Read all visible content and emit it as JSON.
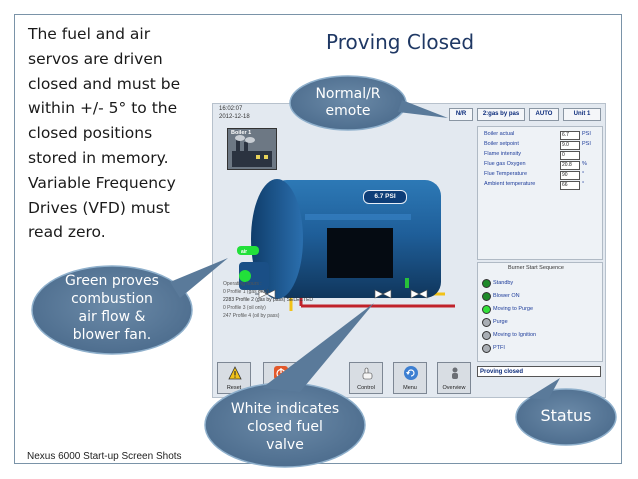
{
  "slide": {
    "title": "Proving Closed",
    "body_text": "The fuel and air\nservos are driven\nclosed and must be\nwithin +/- 5° to the\nclosed positions\nstored in memory.\nVariable Frequency\nDrives (VFD) must\nread zero.",
    "footer": "Nexus 6000 Start-up Screen Shots"
  },
  "callouts": {
    "normal_remote": "Normal/R\nemote",
    "green_proves": "Green proves\ncombustion\nair flow &\nblower fan.",
    "white_indicates": "White indicates\nclosed fuel\nvalve",
    "status": "Status"
  },
  "hmi": {
    "time": "16:02:07",
    "date": "2012-12-18",
    "top_buttons": [
      "N/R",
      "2:gas by pas",
      "AUTO",
      "Unit 1"
    ],
    "boiler_label": "Boiler 1",
    "pressure_badge": "6.7 PSI",
    "air_indicator": "air",
    "params": [
      {
        "name": "Boiler actual",
        "value": "6.7",
        "unit": "PSI"
      },
      {
        "name": "Boiler setpoint",
        "value": "9.0",
        "unit": "PSI"
      },
      {
        "name": "Flame intensity",
        "value": "0",
        "unit": ""
      },
      {
        "name": "Flue gas Oxygen",
        "value": "20.8",
        "unit": "%"
      },
      {
        "name": "Flue Temperature",
        "value": "90",
        "unit": "°"
      },
      {
        "name": "Ambient temperature",
        "value": "66",
        "unit": "°"
      }
    ],
    "sequence_title": "Burner Start Sequence",
    "sequence": [
      {
        "label": "Standby",
        "color": "#1f8a2a"
      },
      {
        "label": "Blower ON",
        "color": "#1f8a2a"
      },
      {
        "label": "Moving to Purge",
        "color": "#33e03a"
      },
      {
        "label": "Purge",
        "color": "#a9aeb4"
      },
      {
        "label": "Moving to Ignition",
        "color": "#a9aeb4"
      },
      {
        "label": "PTFI",
        "color": "#a9aeb4"
      }
    ],
    "status": "Proving closed",
    "operating_hours_title": "Operating hours :",
    "operating_hours": [
      "0      Profile 1 (gas only)",
      "2283   Profile 2 (gas by pass) SELECTED",
      "0      Profile 3 (oil only)",
      "247    Profile 4 (oil by pass)"
    ],
    "nav": [
      "Reset",
      "Stop",
      "Control",
      "Menu",
      "Overview"
    ]
  }
}
